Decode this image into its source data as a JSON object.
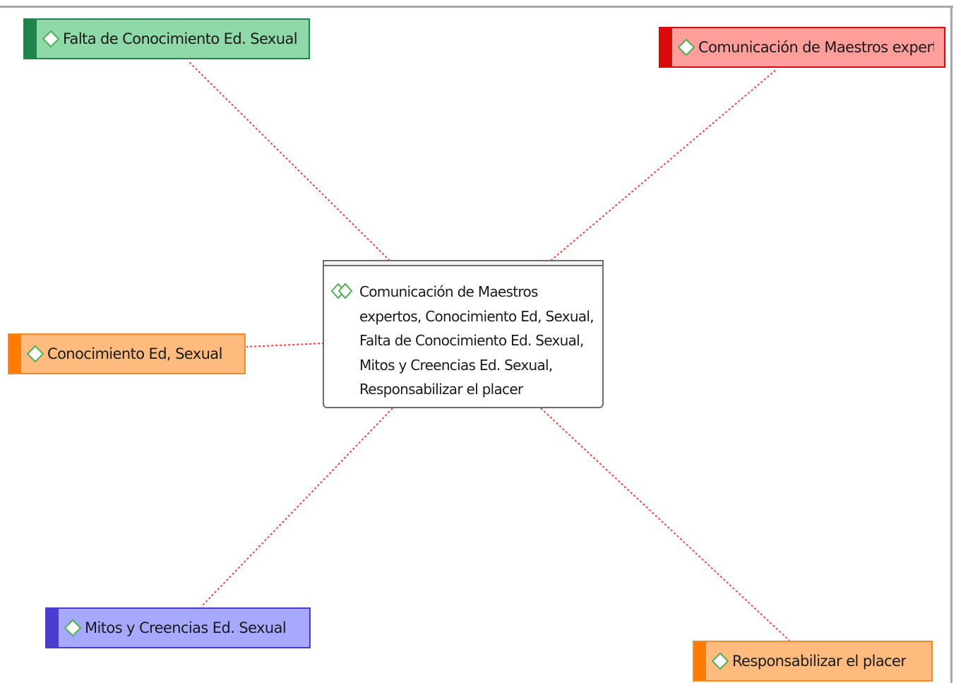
{
  "nodes": {
    "top_left": {
      "label": "Falta de Conocimiento Ed. Sexual",
      "fill": "#8fd9a8",
      "stripe": "#1e8549",
      "border": "#1e8549"
    },
    "top_right": {
      "label": "Comunicación de Maestros expertos",
      "fill": "#ff9e9a",
      "stripe": "#d80a0a",
      "border": "#d80a0a"
    },
    "middle_left": {
      "label": "Conocimiento Ed, Sexual",
      "fill": "#ffba7d",
      "stripe": "#ff7a00",
      "border": "#f08a2a"
    },
    "bottom_left": {
      "label": "Mitos y Creencias Ed. Sexual",
      "fill": "#a6a9ff",
      "stripe": "#4a3ccc",
      "border": "#4a3ccc"
    },
    "bottom_right": {
      "label": "Responsabilizar el placer",
      "fill": "#ffba7d",
      "stripe": "#ff7a00",
      "border": "#f08a2a"
    }
  },
  "center": {
    "label": "Comunicación de Maestros expertos, Conocimiento Ed, Sexual, Falta de Conocimiento Ed. Sexual, Mitos y Creencias Ed. Sexual, Responsabilizar el placer"
  },
  "colors": {
    "link": "#f04444",
    "icon_green": "#4caf50",
    "frame": "#a8a8a8"
  },
  "icons": {
    "code": "diamond-icon",
    "code_group": "double-diamond-icon"
  }
}
